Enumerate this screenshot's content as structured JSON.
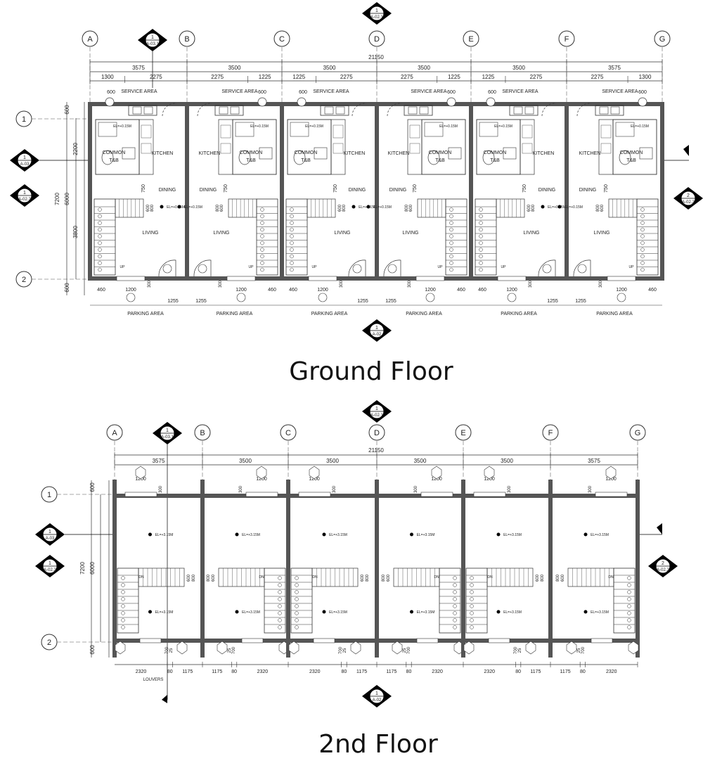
{
  "grid_columns": [
    "A",
    "B",
    "C",
    "D",
    "E",
    "F",
    "G"
  ],
  "grid_rows": [
    "1",
    "2"
  ],
  "ground_floor": {
    "title": "Ground Floor",
    "overall_width": "21150",
    "bay_widths": [
      "3575",
      "3500",
      "3500",
      "3500",
      "3500",
      "3575"
    ],
    "sub_dims": [
      "1300",
      "2275",
      "2275",
      "1225",
      "1225",
      "2275",
      "2275",
      "1225",
      "1225",
      "2275",
      "2275",
      "1300"
    ],
    "left_dims": [
      "7200",
      "6000",
      "600",
      "2200",
      "3800",
      "600"
    ],
    "inner_dims": [
      "600",
      "750",
      "600",
      "800"
    ],
    "bottom_dims": [
      "460",
      "1200",
      "300",
      "1255",
      "1255"
    ],
    "rooms": {
      "service": "SERVICE AREA",
      "kitchen": "KITCHEN",
      "common": "COMMON",
      "tb": "T&B",
      "dining": "DINING",
      "living": "LIVING",
      "parking": "PARKING AREA",
      "up": "UP"
    },
    "elevation": "EL=+0.15M"
  },
  "second_floor": {
    "title": "2nd Floor",
    "overall_width": "21150",
    "bay_widths": [
      "3575",
      "3500",
      "3500",
      "3500",
      "3500",
      "3575"
    ],
    "left_dims": [
      "7200",
      "6000",
      "600",
      "600"
    ],
    "top_dims": [
      "1200",
      "300"
    ],
    "bottom_dims": [
      "2320",
      "80",
      "1175",
      "1175",
      "80",
      "2320",
      "2320",
      "80",
      "1175",
      "1175",
      "80",
      "2320",
      "2320",
      "80",
      "1175",
      "1175",
      "80",
      "2320"
    ],
    "small_dims": [
      "700",
      "25",
      "700"
    ],
    "louvers": "LOUVERS",
    "stair_dims": [
      "600",
      "800"
    ],
    "elevation": "EL=+3.15M",
    "down": "DN"
  },
  "section_markers": {
    "num": "1",
    "num2": "2",
    "top": "A-02.1",
    "bottom": "A-02",
    "left_a": "A-03",
    "left_b": "A-02.2",
    "right_b": "A-02.2",
    "cut": "A-03.1"
  }
}
